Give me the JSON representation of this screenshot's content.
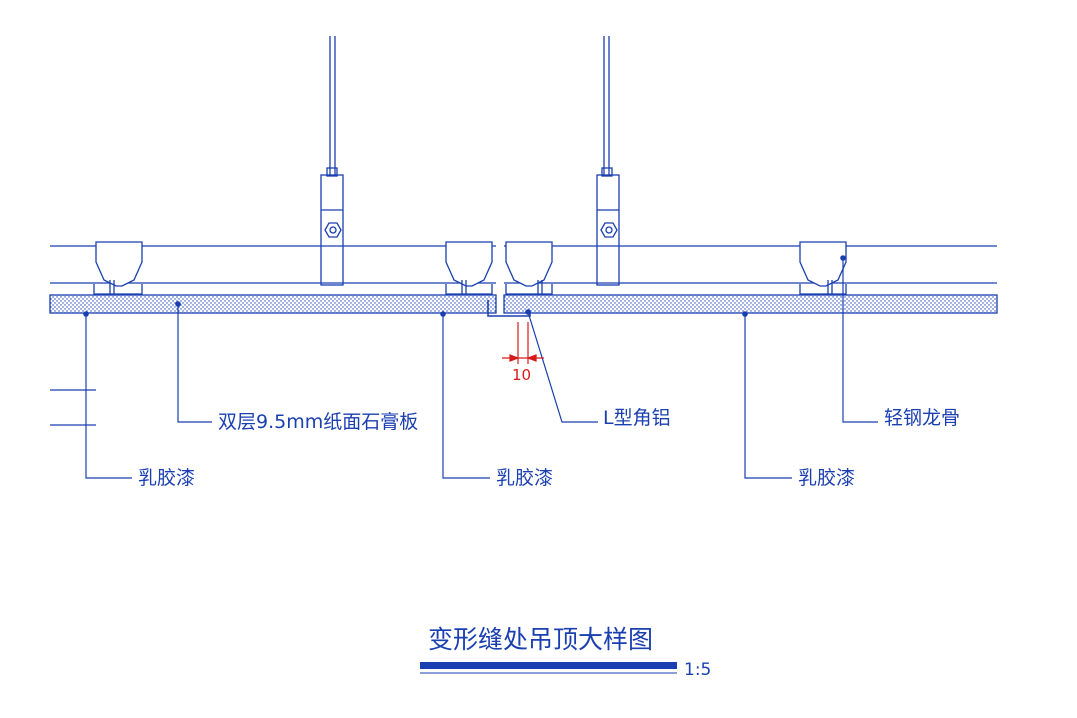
{
  "drawing": {
    "title": "变形缝处吊顶大样图",
    "scale": "1:5",
    "colors": {
      "line": "#1a3fb0",
      "dimension": "#d81a1a",
      "board_dots": "#1a3fb0"
    },
    "labels": {
      "board": "双层9.5mm纸面石膏板",
      "angle": "L型角铝",
      "keel": "轻钢龙骨",
      "paint_left": "乳胶漆",
      "paint_mid": "乳胶漆",
      "paint_right": "乳胶漆"
    },
    "dimension": {
      "gap": "10"
    }
  }
}
